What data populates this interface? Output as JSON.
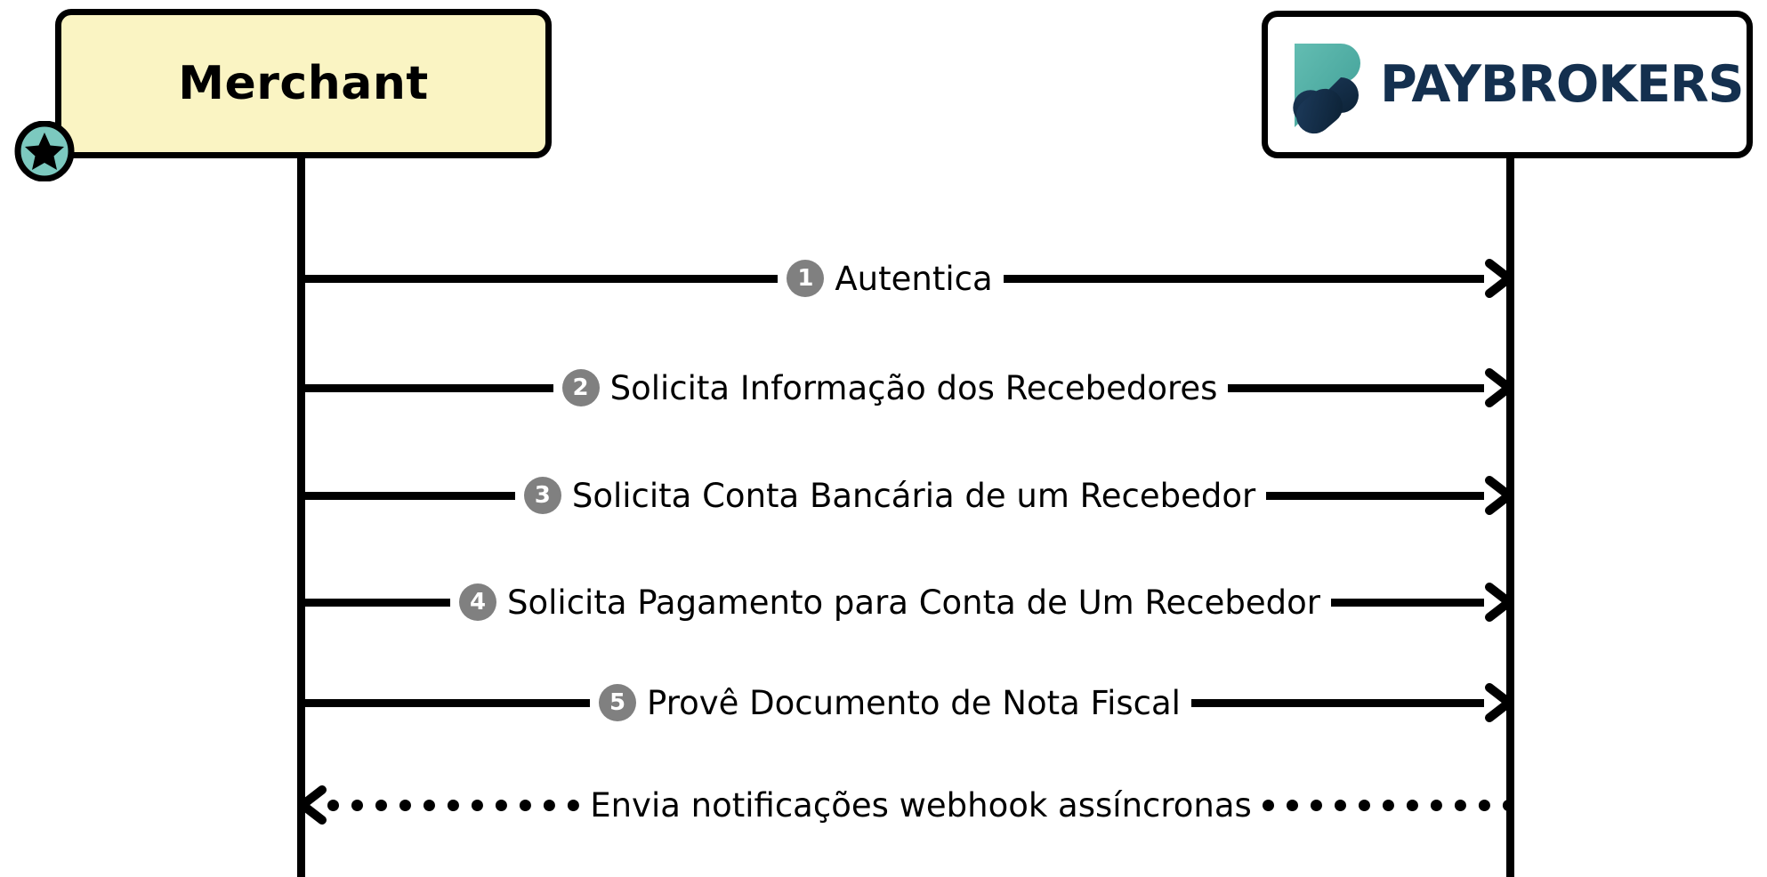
{
  "diagram": {
    "type": "sequence-diagram",
    "background_color": "#ffffff",
    "participants": [
      {
        "id": "merchant",
        "label": "Merchant",
        "kind": "actor",
        "fill_color": "#faf4c3",
        "border_color": "#000000",
        "badge_icon": "star-actor-icon",
        "badge_fill_color": "#7cc9bf"
      },
      {
        "id": "paybrokers",
        "label": "PAYBROKERS",
        "kind": "system",
        "fill_color": "#ffffff",
        "border_color": "#000000",
        "logo_icon": "paybrokers-logo-icon",
        "logo_teal_color": "#4eada3",
        "logo_navy_color": "#102a43",
        "wordmark_color": "#14304f"
      }
    ],
    "messages": [
      {
        "number": "1",
        "label": "Autentica",
        "from": "merchant",
        "to": "paybrokers",
        "direction": "right",
        "style": "solid",
        "arrow": "open"
      },
      {
        "number": "2",
        "label": "Solicita Informação dos Recebedores",
        "from": "merchant",
        "to": "paybrokers",
        "direction": "right",
        "style": "solid",
        "arrow": "open"
      },
      {
        "number": "3",
        "label": "Solicita Conta Bancária de um Recebedor",
        "from": "merchant",
        "to": "paybrokers",
        "direction": "right",
        "style": "solid",
        "arrow": "open"
      },
      {
        "number": "4",
        "label": "Solicita Pagamento para Conta de Um Recebedor",
        "from": "merchant",
        "to": "paybrokers",
        "direction": "right",
        "style": "solid",
        "arrow": "open"
      },
      {
        "number": "5",
        "label": "Provê Documento de Nota Fiscal",
        "from": "merchant",
        "to": "paybrokers",
        "direction": "right",
        "style": "solid",
        "arrow": "open"
      },
      {
        "number": "",
        "label": "Envia notificações webhook assíncronas",
        "from": "paybrokers",
        "to": "merchant",
        "direction": "left",
        "style": "dotted",
        "arrow": "open"
      }
    ],
    "badge_color": "#808080",
    "line_color": "#000000"
  }
}
